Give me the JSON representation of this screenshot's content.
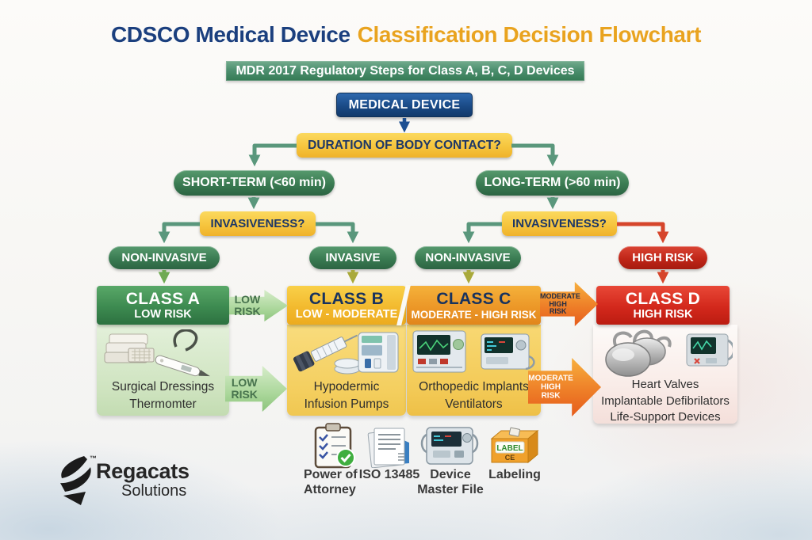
{
  "header": {
    "title_blue": "CDSCO Medical Device",
    "title_orange": "Classification Decision Flowchart",
    "subtitle": "MDR 2017 Regulatory Steps for Class A, B, C, D Devices"
  },
  "flowchart": {
    "root_label": "MEDICAL DEVICE",
    "duration_question": "DURATION OF BODY CONTACT?",
    "short_term_label": "SHORT-TERM (<60 min)",
    "long_term_label": "LONG-TERM (>60 min)",
    "invasiveness_left": "INVASIVENESS?",
    "invasiveness_right": "INVASIVENESS?",
    "outcome_non_invasive_left": "NON-INVASIVE",
    "outcome_invasive": "INVASIVE",
    "outcome_non_invasive_right": "NON-INVASIVE",
    "outcome_high_risk": "HIGH RISK"
  },
  "classes": [
    {
      "name": "CLASS A",
      "risk": "LOW RISK",
      "examples": [
        "Surgical Dressings",
        "Thermomter"
      ]
    },
    {
      "name": "CLASS B",
      "risk": "LOW - MODERATE",
      "examples": [
        "Hypodermic",
        "Infusion Pumps"
      ]
    },
    {
      "name": "CLASS C",
      "risk": "MODERATE - HIGH RISK",
      "examples": [
        "Orthopedic Implants",
        "Ventilators"
      ]
    },
    {
      "name": "CLASS D",
      "risk": "HIGH RISK",
      "examples": [
        "Heart Valves",
        "Implantable Defibrilators",
        "Life-Support Devices"
      ]
    }
  ],
  "transition_arrows": {
    "ab_top": [
      "LOW",
      "RISK"
    ],
    "ab_bottom": [
      "LOW",
      "RISK"
    ],
    "cd_top": [
      "MODERATE",
      "HIGH",
      "RISK"
    ],
    "cd_bottom": [
      "MODERATE",
      "HIGH",
      "RISK"
    ]
  },
  "regulatory_steps": [
    {
      "label": "Power of Attorney",
      "icon": "clipboard-check-icon"
    },
    {
      "label": "ISO 13485",
      "icon": "documents-icon"
    },
    {
      "label": "Device Master File",
      "icon": "medical-device-icon"
    },
    {
      "label": "Labeling",
      "icon": "label-ce-box-icon",
      "box_line1": "LABEL",
      "box_line2": "CE"
    }
  ],
  "logo": {
    "brand": "Regacats",
    "sub_brand": "Solutions",
    "trademark": "™"
  },
  "colors": {
    "title_blue": "#1b3f7e",
    "title_orange": "#e9a31f",
    "banner_green": "#4e9070",
    "node_blue": "#1d4f91",
    "question_yellow": "#f6c53e",
    "pill_green": "#3a7b52",
    "pill_red": "#c02618",
    "class_a_green": "#3d8a50",
    "class_b_gold": "#f2b82c",
    "class_c_orange": "#eb9526",
    "class_d_red": "#d3281c",
    "connector_green": "#5a977c",
    "connector_olive": "#a9a93a",
    "connector_red": "#d6452b"
  }
}
